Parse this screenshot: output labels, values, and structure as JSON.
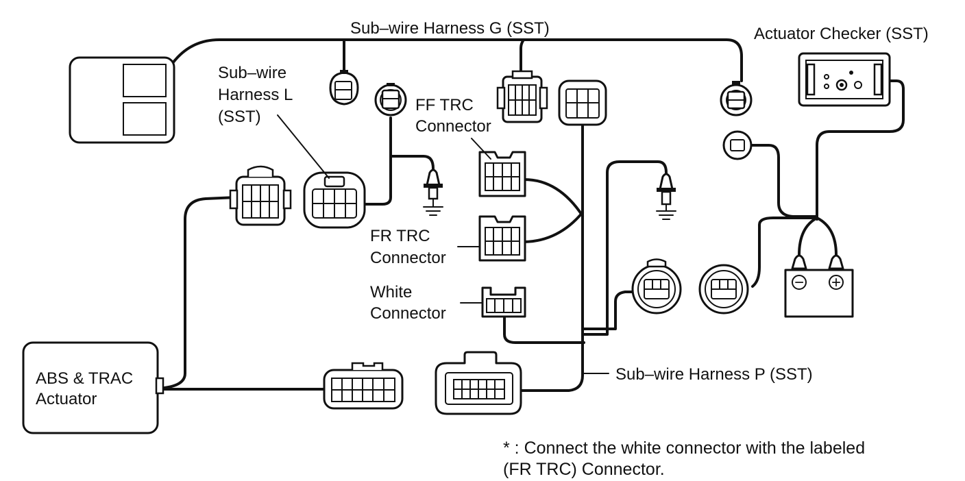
{
  "labels": {
    "sub_wire_g": "Sub–wire Harness G (SST)",
    "actuator_checker": "Actuator Checker (SST)",
    "sub_wire_l_line1": "Sub–wire",
    "sub_wire_l_line2": "Harness L",
    "sub_wire_l_line3": "(SST)",
    "ff_trc_line1": "FF TRC",
    "ff_trc_line2": "Connector",
    "fr_trc_line1": "FR TRC",
    "fr_trc_line2": "Connector",
    "white_line1": "White",
    "white_line2": "Connector",
    "abs_line1": "ABS & TRAC",
    "abs_line2": "Actuator",
    "sub_wire_p": "Sub–wire Harness P (SST)",
    "battery_minus": "−",
    "battery_plus": "+"
  },
  "footnote": {
    "line1": "* : Connect the white connector with the labeled",
    "line2": "(FR TRC) Connector."
  }
}
